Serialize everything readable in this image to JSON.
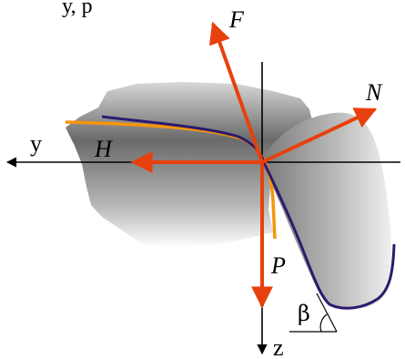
{
  "partial_top_text": "у, р",
  "labels": {
    "F": "F",
    "N": "N",
    "H": "H",
    "P": "P",
    "y": "y",
    "z": "z",
    "beta": "β"
  },
  "colors": {
    "force_arrow": "#e8400c",
    "contact_edge": "#f5960a",
    "tool_outline": "#2e1a6e",
    "axis": "#000000",
    "body_dark": "#5a5a5a",
    "body_light": "#dcdcdc"
  }
}
